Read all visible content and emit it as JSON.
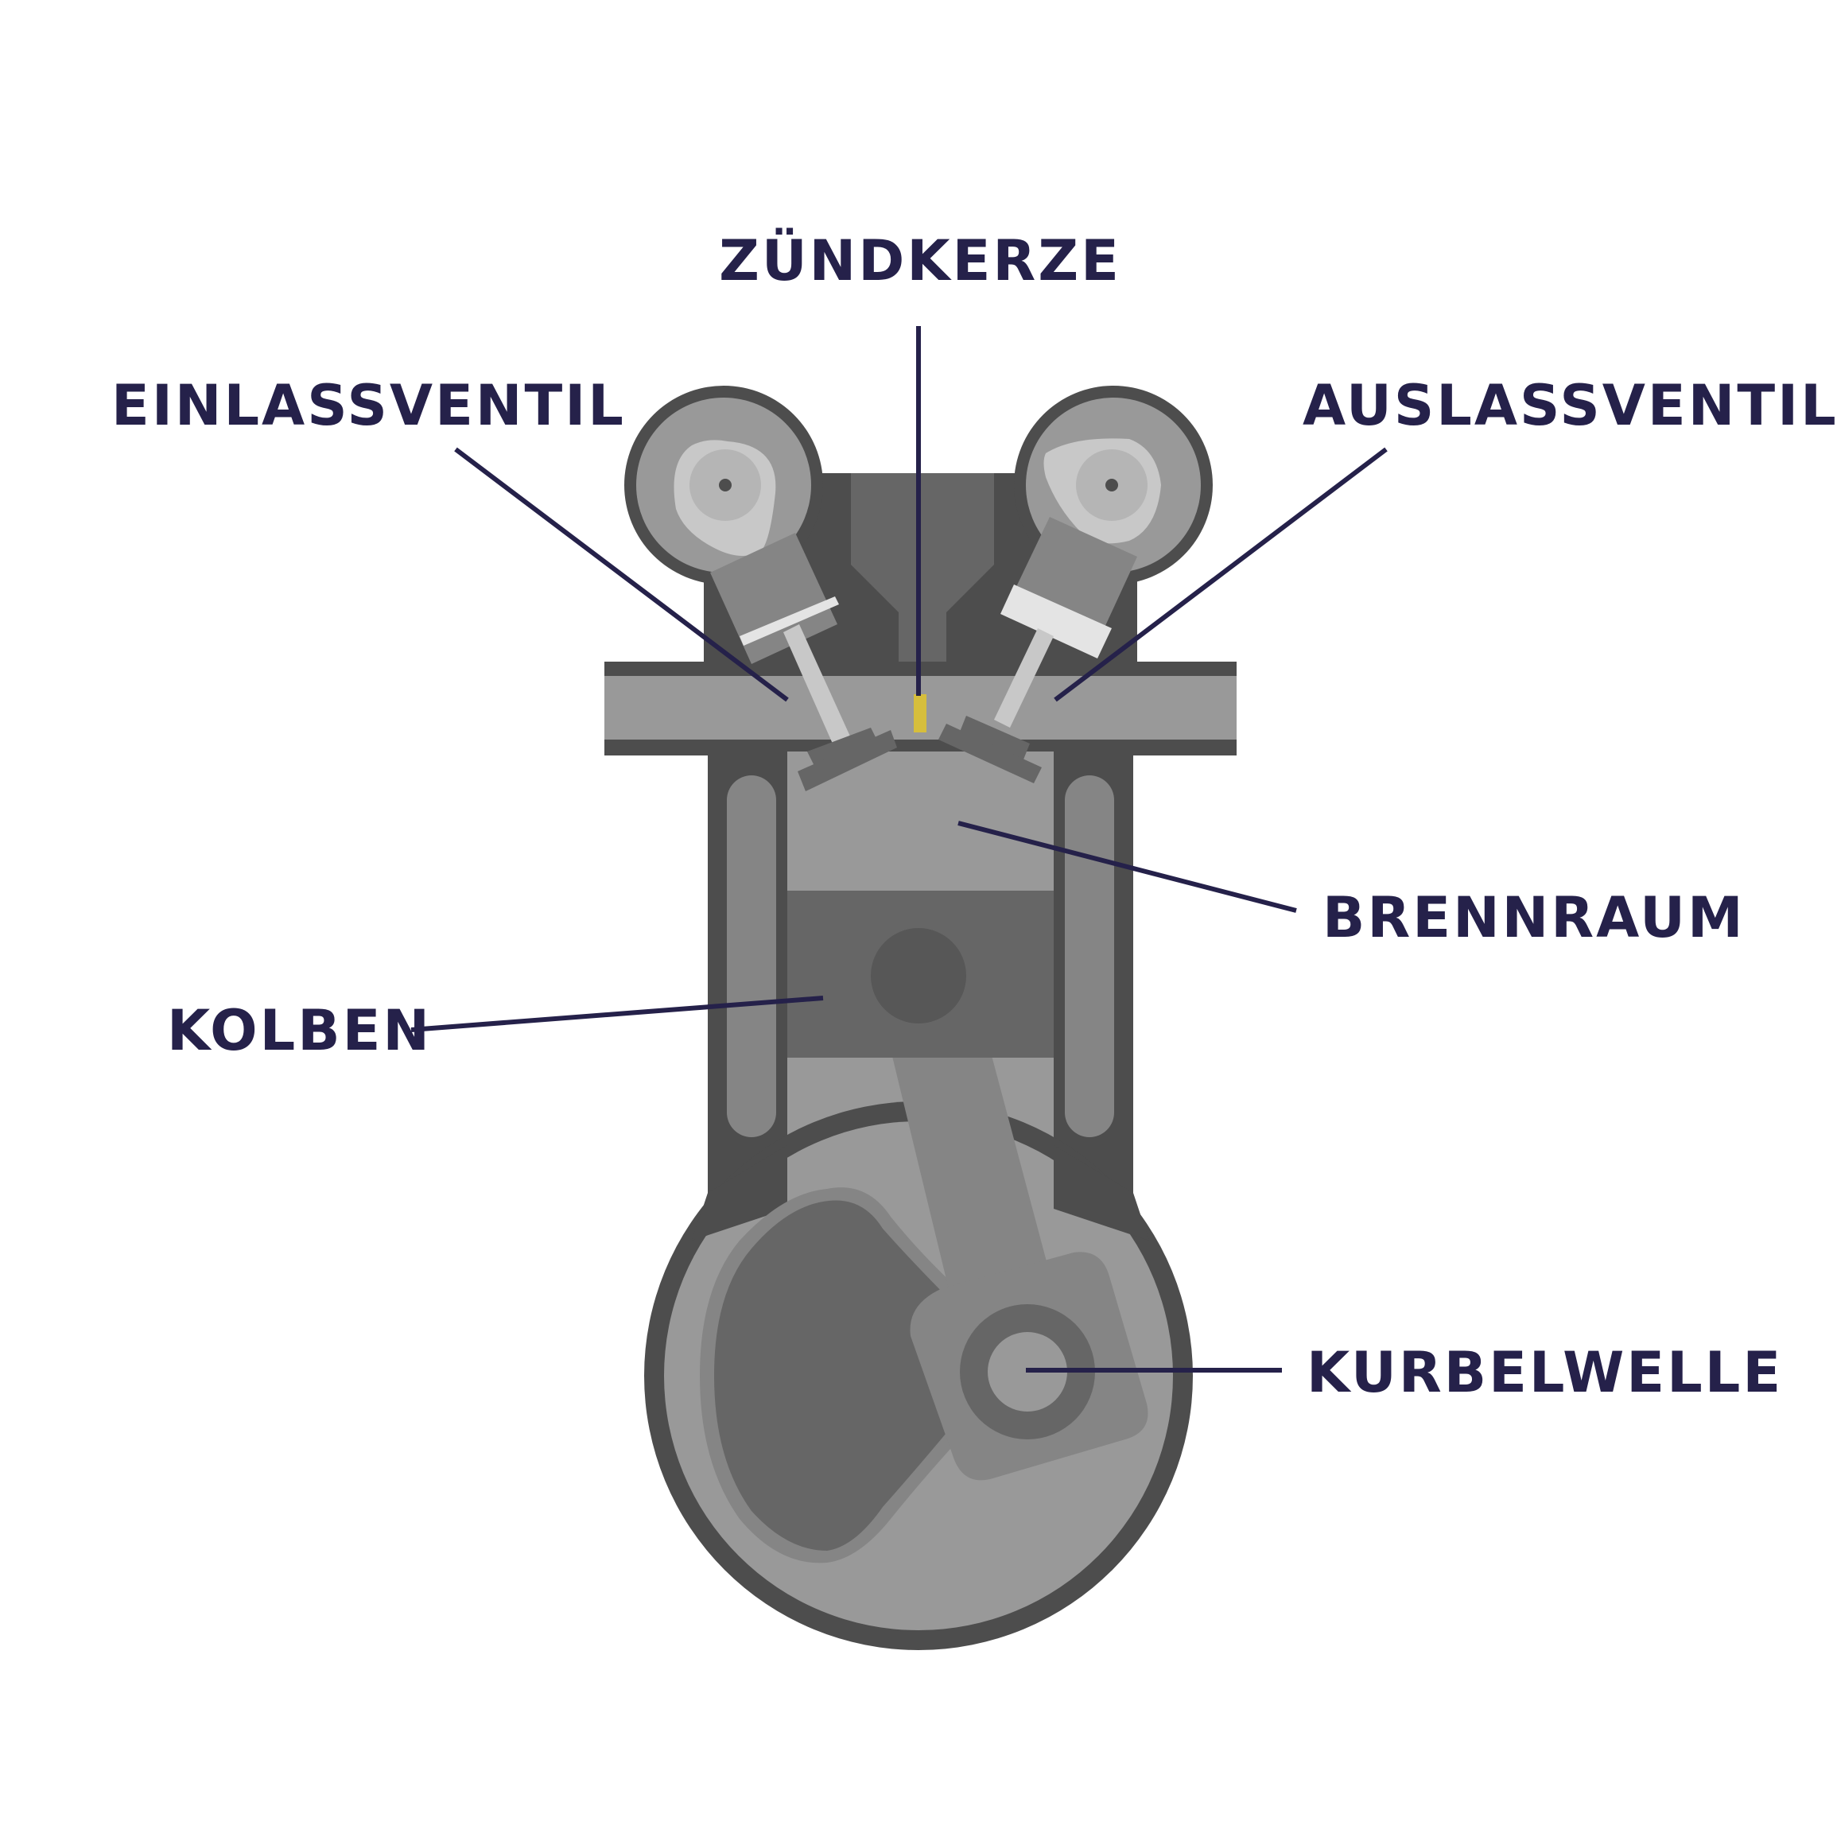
{
  "labels": {
    "spark_plug": "ZÜNDKERZE",
    "intake_valve": "EINLASSVENTIL",
    "exhaust_valve": "AUSLASSVENTIL",
    "combustion_chamber": "BRENNRAUM",
    "piston": "KOLBEN",
    "crankshaft": "KURBELWELLE"
  },
  "colors": {
    "label_text": "#25214a",
    "leader_line": "#25214a",
    "outline_dark": "#4d4d4d",
    "body_mid": "#999999",
    "body_darker": "#858585",
    "piston": "#666666",
    "pin": "#575757",
    "light_part": "#c8c8c8",
    "spring": "#e4e4e4",
    "spark_tip": "#d6be3c",
    "background": "#ffffff"
  }
}
